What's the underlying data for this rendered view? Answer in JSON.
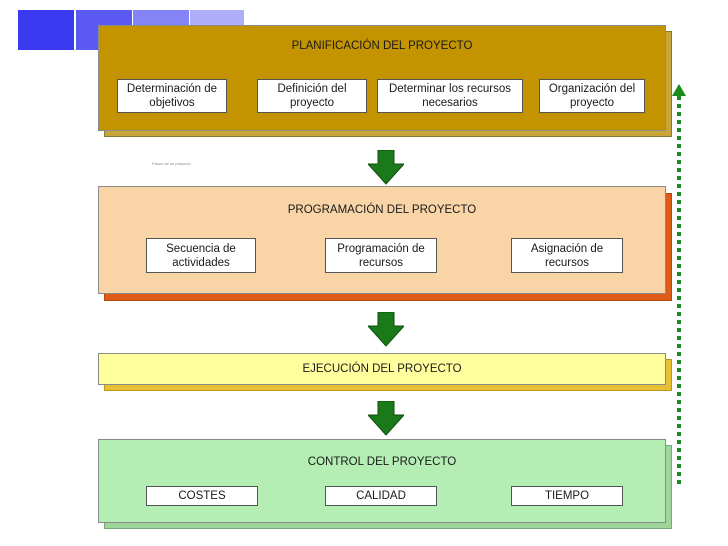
{
  "planificacion": {
    "title": "PLANIFICACIÓN DEL PROYECTO",
    "items": [
      "Determinación de objetivos",
      "Definición del proyecto",
      "Determinar los recursos necesarios",
      "Organización del proyecto"
    ]
  },
  "caption": "Pasos de un proyecto",
  "programacion": {
    "title": "PROGRAMACIÓN DEL PROYECTO",
    "items": [
      "Secuencia de actividades",
      "Programación de recursos",
      "Asignación de recursos"
    ]
  },
  "ejecucion": {
    "title": "EJECUCIÓN DEL PROYECTO"
  },
  "control": {
    "title": "CONTROL DEL PROYECTO",
    "items": [
      "COSTES",
      "CALIDAD",
      "TIEMPO"
    ]
  },
  "colors": {
    "planificacion": "#c49400",
    "programacion": "#f8d4a6",
    "ejecucion": "#ffff9e",
    "control": "#b4eeb4",
    "arrow": "#1a7a1a",
    "feedback": "#1a8a1a"
  }
}
